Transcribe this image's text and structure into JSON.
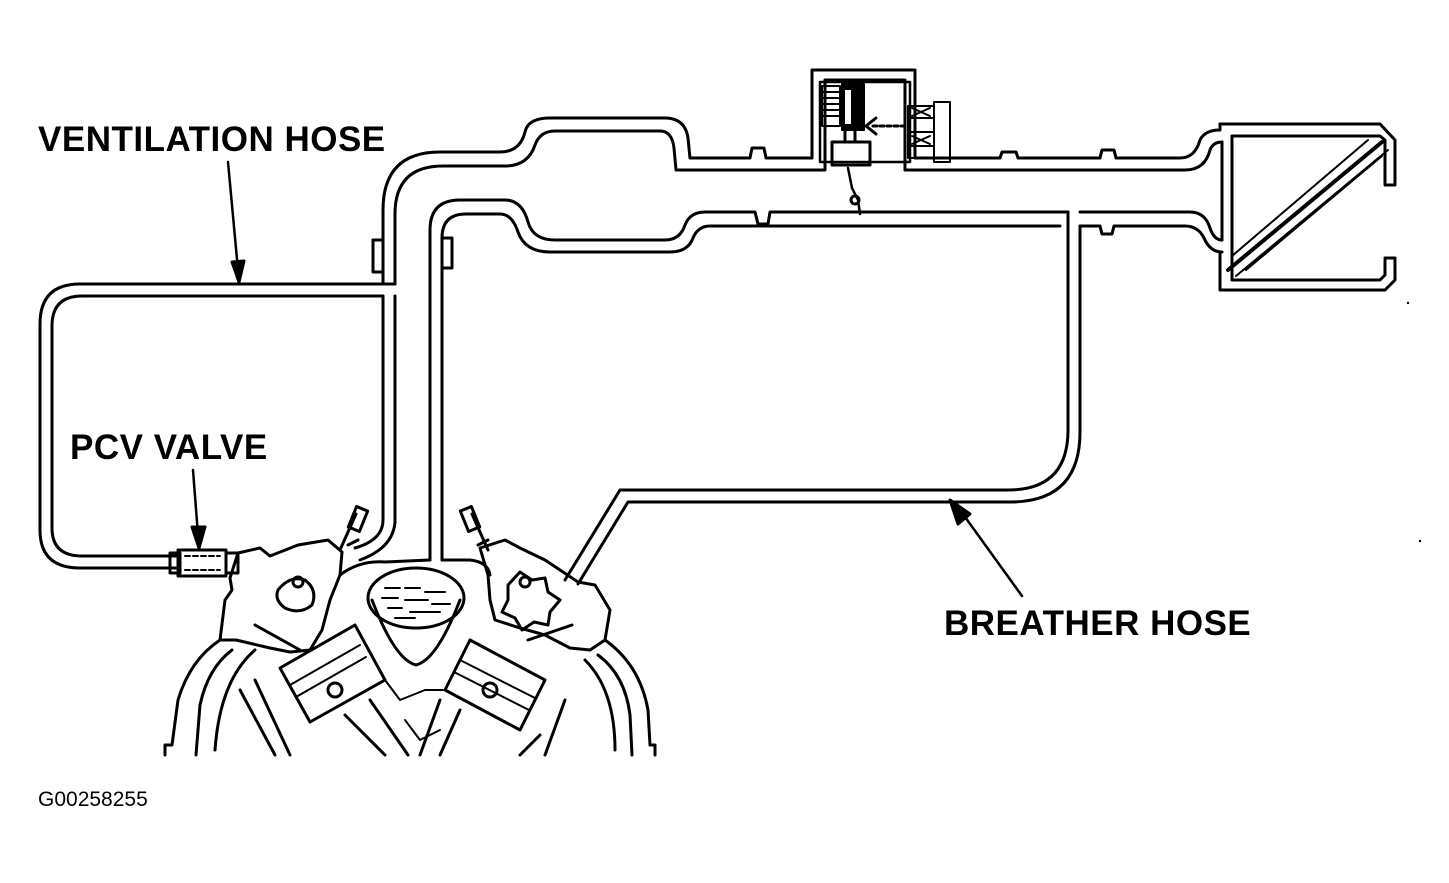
{
  "labels": {
    "ventilation_hose": "VENTILATION HOSE",
    "pcv_valve": "PCV VALVE",
    "breather_hose": "BREATHER HOSE",
    "figure_id": "G00258255"
  },
  "colors": {
    "line": "#000000",
    "background": "#ffffff"
  }
}
